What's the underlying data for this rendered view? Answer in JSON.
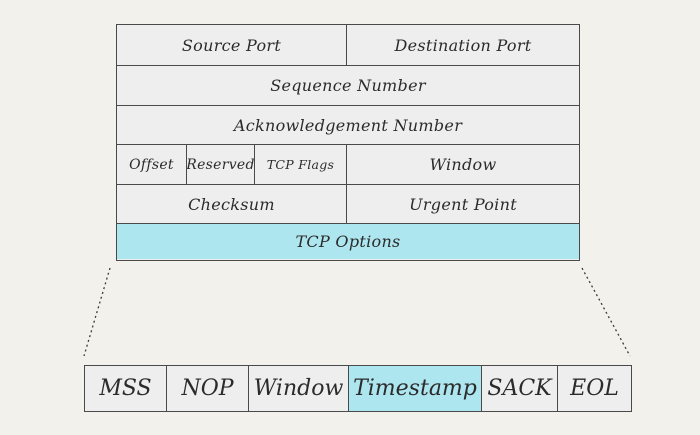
{
  "tcp_header": {
    "row1": {
      "source_port": "Source Port",
      "destination_port": "Destination Port"
    },
    "row2": {
      "sequence_number": "Sequence Number"
    },
    "row3": {
      "acknowledgement_number": "Acknowledgement Number"
    },
    "row4": {
      "offset": "Offset",
      "reserved": "Reserved",
      "tcp_flags": "TCP Flags",
      "window": "Window"
    },
    "row5": {
      "checksum": "Checksum",
      "urgent_point": "Urgent Point"
    },
    "row6": {
      "tcp_options": "TCP Options"
    }
  },
  "tcp_options": {
    "items": [
      "MSS",
      "NOP",
      "Window",
      "Timestamp",
      "SACK",
      "EOL"
    ]
  },
  "colors": {
    "highlight": "#aee6f0",
    "cell_fill": "#eeeeee",
    "border": "#4a4a4a",
    "background": "#f3f1ec"
  }
}
